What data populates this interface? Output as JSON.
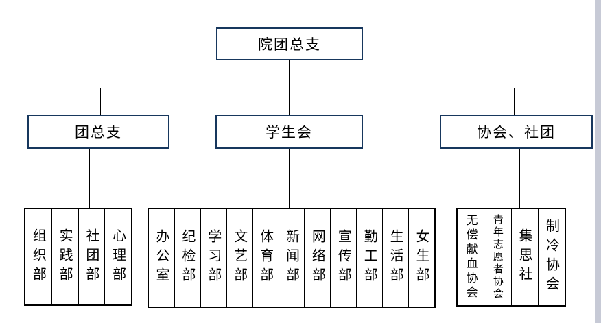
{
  "page": {
    "background_color": "#ffffff",
    "right_edge_strip_color": "#c7cad6"
  },
  "colors": {
    "level_box_border": "#17375d",
    "group_box_border": "#000000",
    "connector_line": "#000000",
    "text": "#000000"
  },
  "root": {
    "label": "院团总支"
  },
  "branches": [
    {
      "label": "团总支",
      "children": [
        "组织部",
        "实践部",
        "社团部",
        "心理部"
      ]
    },
    {
      "label": "学生会",
      "children": [
        "办公室",
        "纪检部",
        "学习部",
        "文艺部",
        "体育部",
        "新闻部",
        "网络部",
        "宣传部",
        "勤工部",
        "生活部",
        "女生部"
      ]
    },
    {
      "label": "协会、社团",
      "children": [
        "无偿献血协会",
        "青年志愿者协会",
        "集思社",
        "制冷协会"
      ]
    }
  ]
}
